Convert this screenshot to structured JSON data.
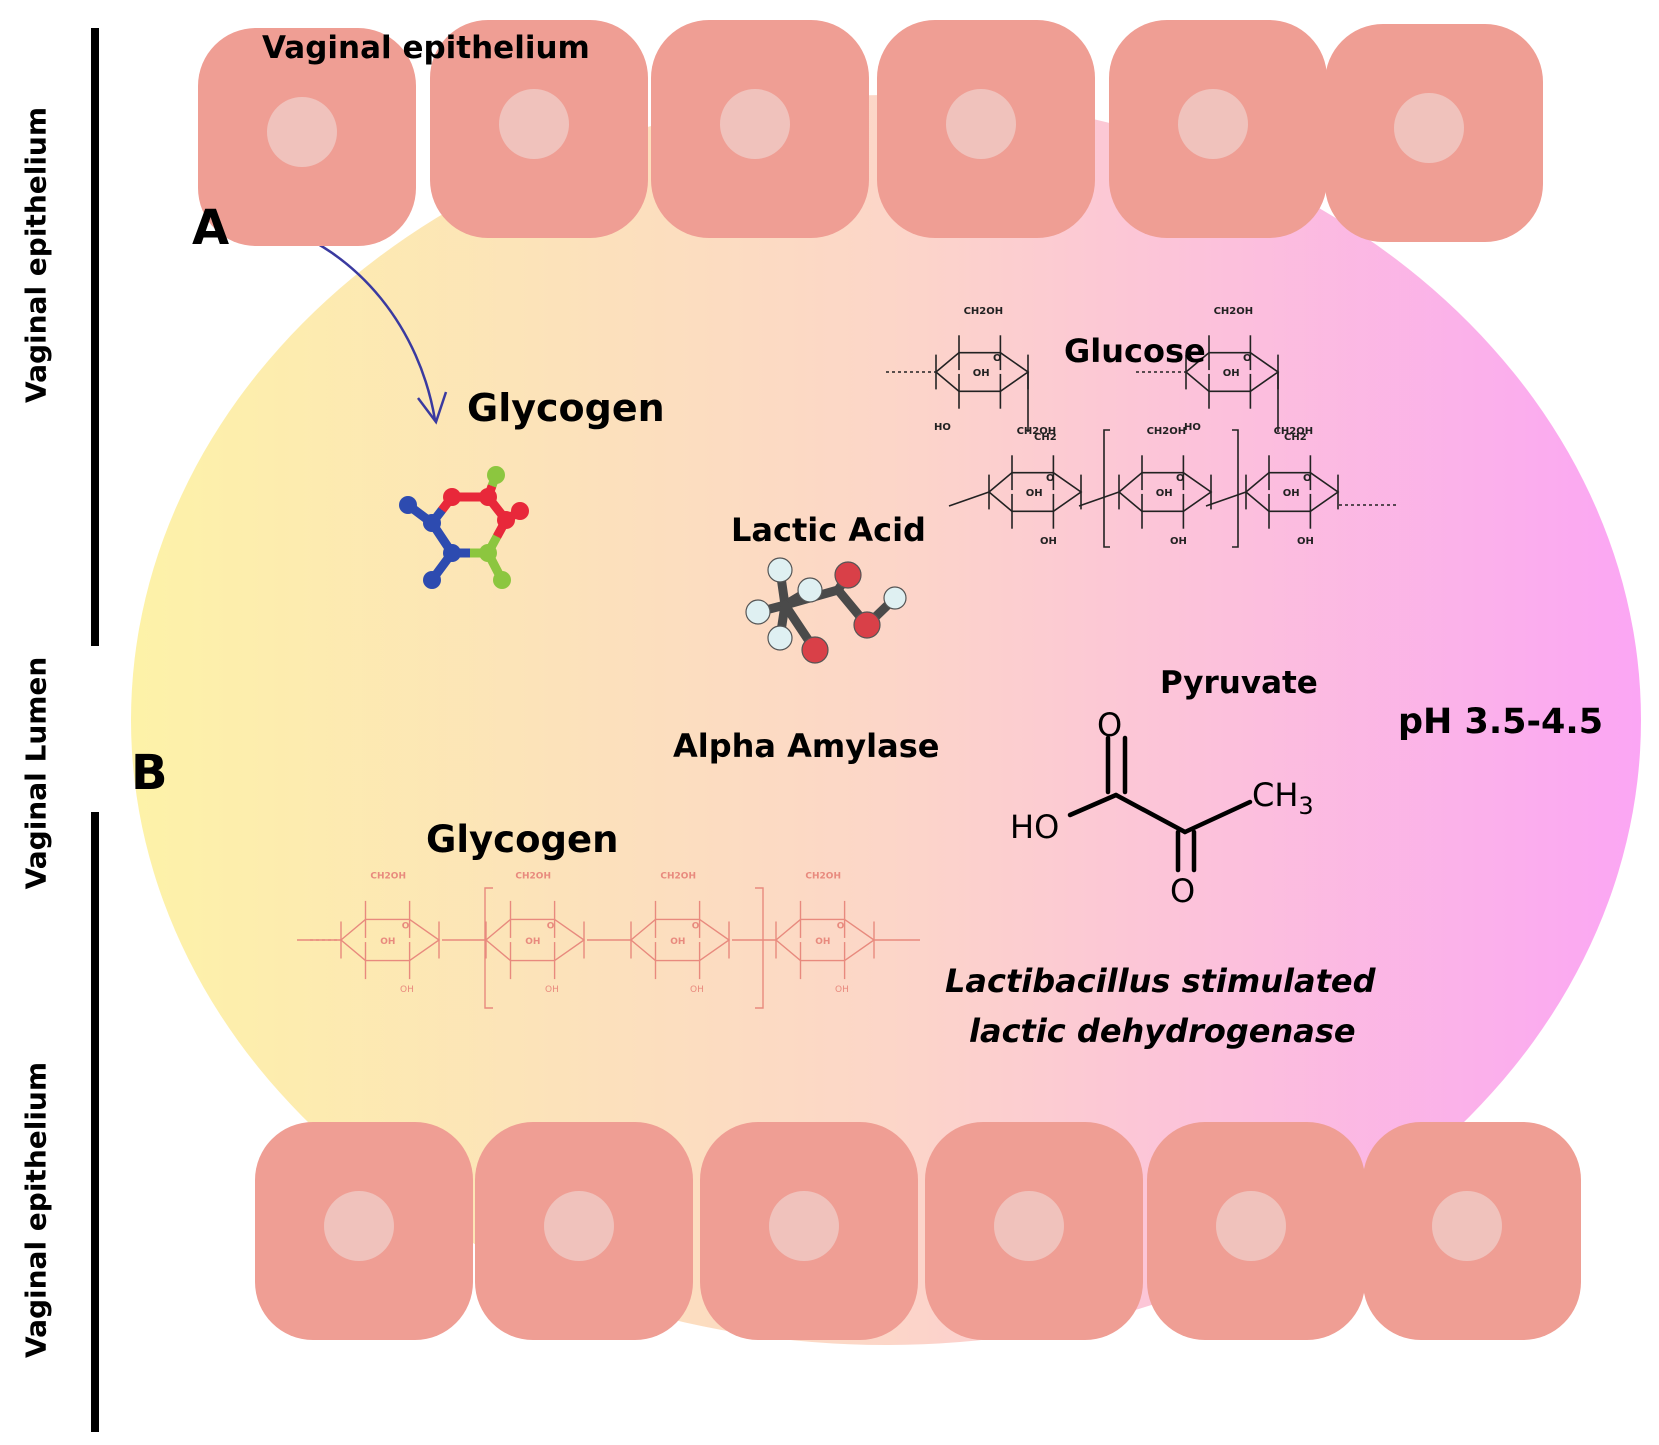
{
  "labels": {
    "top_cells": "Vaginal epithelium",
    "side_top": "Vaginal epithelium",
    "side_middle": "Vaginal Lumen",
    "side_bottom": "Vaginal epithelium",
    "marker_a": "A",
    "marker_b": "B",
    "glycogen_upper": "Glycogen",
    "glucose": "Glucose",
    "lactic_acid": "Lactic Acid",
    "alpha_amylase": "Alpha Amylase",
    "pyruvate": "Pyruvate",
    "ph": "pH 3.5-4.5",
    "glycogen_lower": "Glycogen",
    "enzyme_line1": "Lactibacillus stimulated",
    "enzyme_line2": "lactic dehydrogenase"
  },
  "pyruvate_formula": {
    "oxygen_top": "O",
    "oxygen_bottom": "O",
    "hydroxyl": "HO",
    "methyl": "CH",
    "methyl_subscript": "3"
  },
  "ring_labels": {
    "ch2oh": "CH2OH",
    "oh": "OH",
    "ho": "HO",
    "o": "O",
    "ch2": "CH2"
  },
  "colors": {
    "cell": "#ef9e94",
    "nucleus": "#f0c2bc",
    "lumen_left": "#fdf2a8",
    "lumen_mid": "#fcd6c8",
    "lumen_right": "#fba6f4",
    "arrow": "#3a3aa0",
    "glycogen_chain": "#e88a7e",
    "atom_red": "#e8283a",
    "atom_blue": "#2d4bb0",
    "atom_green": "#8cc63f",
    "lactic_white": "#dff0f2",
    "lactic_red": "#d94048",
    "lactic_bond": "#4a4a4a"
  }
}
